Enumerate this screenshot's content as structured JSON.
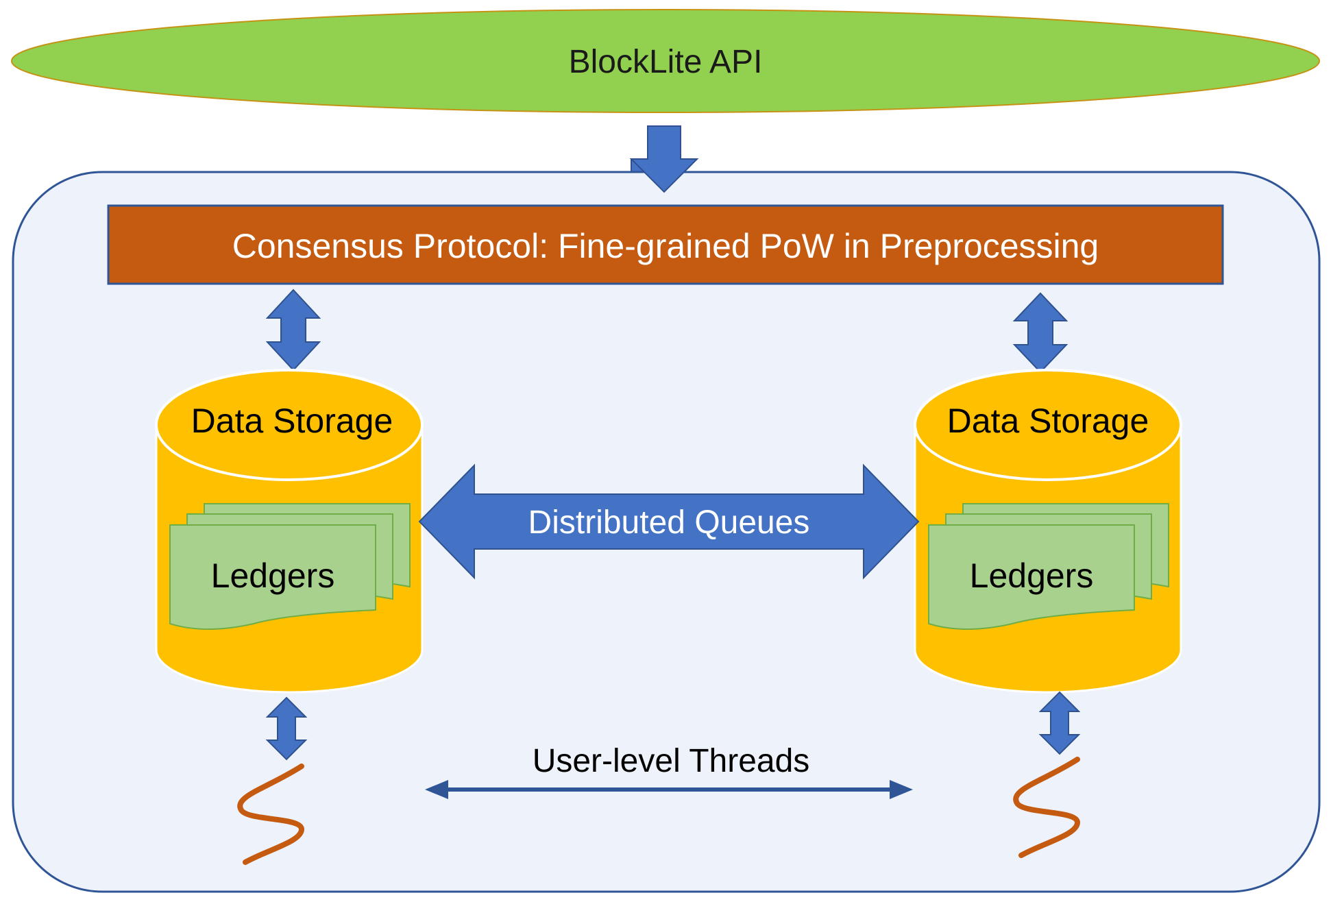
{
  "api": {
    "label": "BlockLite API"
  },
  "consensus": {
    "label": "Consensus Protocol: Fine-grained PoW in Preprocessing"
  },
  "storage_left": {
    "title": "Data Storage",
    "ledger_label": "Ledgers"
  },
  "storage_right": {
    "title": "Data Storage",
    "ledger_label": "Ledgers"
  },
  "queues": {
    "label": "Distributed Queues"
  },
  "threads": {
    "label": "User-level Threads"
  },
  "colors": {
    "api_fill": "#92d050",
    "api_stroke": "#c69214",
    "container_fill": "#eef2fa",
    "container_stroke": "#2f5597",
    "consensus_fill": "#c55a11",
    "consensus_stroke": "#2f5597",
    "arrow_fill": "#4472c4",
    "arrow_stroke": "#2f528f",
    "cylinder_fill": "#ffc000",
    "ledger_fill": "#a9d18e",
    "ledger_stroke": "#70ad47",
    "thread_stroke": "#c55a11",
    "thread_arrow": "#2f5597"
  }
}
